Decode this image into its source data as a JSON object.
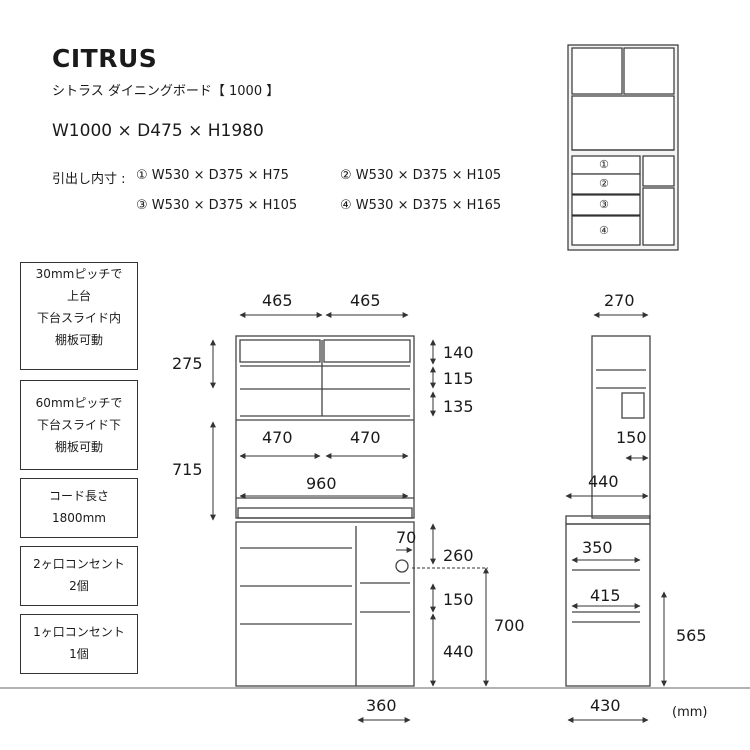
{
  "header": {
    "title": "CITRUS",
    "subtitle": "シトラス ダイニングボード【 1000 】",
    "dimensions": "W1000 × D475 × H1980",
    "drawer_label": "引出し内寸 :",
    "drawers": [
      "① W530 × D375 × H75",
      "② W530 × D375 × H105",
      "③ W530 × D375 × H105",
      "④ W530 × D375 × H165"
    ]
  },
  "notes": [
    {
      "lines": [
        "30mmピッチで",
        "上台",
        "下台スライド内",
        "棚板可動"
      ]
    },
    {
      "lines": [
        "60mmピッチで",
        "下台スライド下",
        "棚板可動"
      ]
    },
    {
      "lines": [
        "コード長さ",
        "1800mm"
      ]
    },
    {
      "lines": [
        "2ヶ口コンセント",
        "2個"
      ]
    },
    {
      "lines": [
        "1ヶ口コンセント",
        "1個"
      ]
    }
  ],
  "thumb_drawers": [
    "①",
    "②",
    "③",
    "④"
  ],
  "front_dims": {
    "w_left": "465",
    "w_right": "465",
    "h_upper": "275",
    "h_140": "140",
    "h_115": "115",
    "h_135": "135",
    "h_715": "715",
    "w_470a": "470",
    "w_470b": "470",
    "w_960": "960",
    "w_70": "70",
    "h_260": "260",
    "h_150": "150",
    "h_440": "440",
    "h_700": "700",
    "w_360": "360"
  },
  "side_dims": {
    "w_270": "270",
    "w_150": "150",
    "w_440": "440",
    "w_350": "350",
    "w_415": "415",
    "h_565": "565",
    "w_430": "430"
  },
  "unit": "(mm)"
}
